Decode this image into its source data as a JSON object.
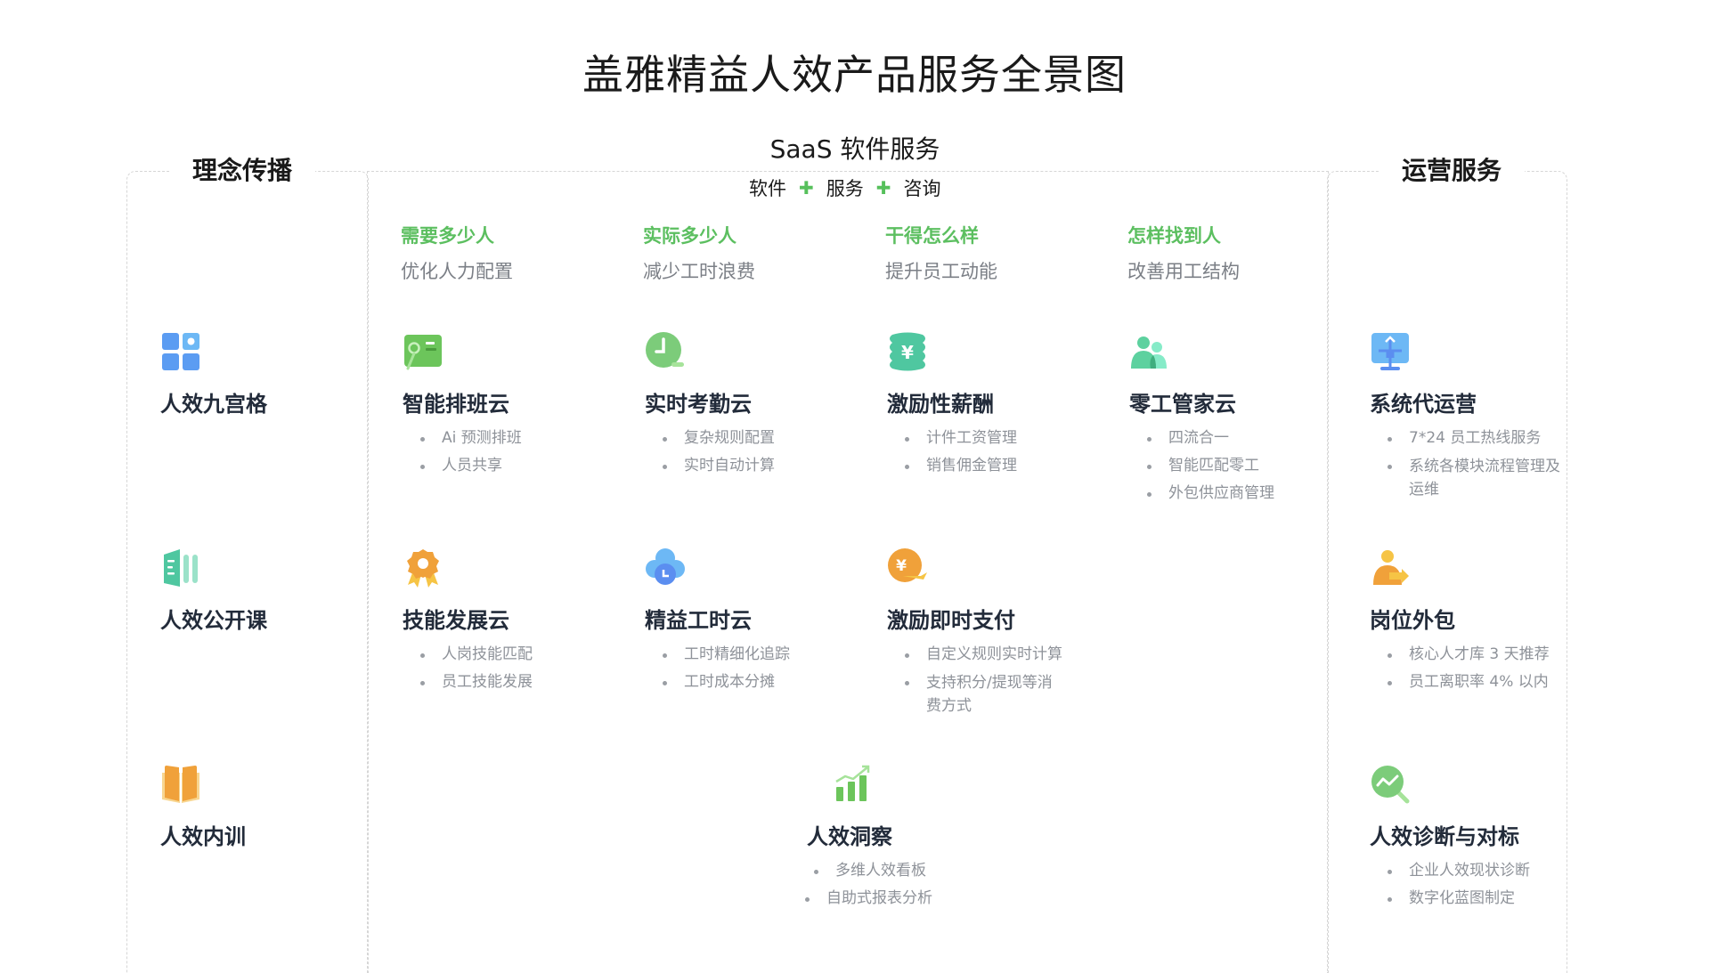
{
  "title": "盖雅精益人效产品服务全景图",
  "groups": {
    "left": {
      "label": "理念传播"
    },
    "middle": {
      "label": "SaaS 软件服务",
      "subtitle": [
        "软件",
        "服务",
        "咨询"
      ],
      "plus_glyph": "✚"
    },
    "right": {
      "label": "运营服务"
    }
  },
  "columns": [
    {
      "question": "需要多少人",
      "goal": "优化人力配置"
    },
    {
      "question": "实际多少人",
      "goal": "减少工时浪费"
    },
    {
      "question": "干得怎么样",
      "goal": "提升员工动能"
    },
    {
      "question": "怎样找到人",
      "goal": "改善用工结构"
    }
  ],
  "left_items": [
    {
      "name": "人效九宫格",
      "icon": "grid-icon"
    },
    {
      "name": "人效公开课",
      "icon": "open-course-icon"
    },
    {
      "name": "人效内训",
      "icon": "book-icon"
    }
  ],
  "products": {
    "row1": [
      {
        "name": "智能排班云",
        "icon": "schedule-card-icon",
        "bullets": [
          "Ai 预测排班",
          "人员共享"
        ]
      },
      {
        "name": "实时考勤云",
        "icon": "clock-icon",
        "bullets": [
          "复杂规则配置",
          "实时自动计算"
        ]
      },
      {
        "name": "激励性薪酬",
        "icon": "yuan-coins-icon",
        "bullets": [
          "计件工资管理",
          "销售佣金管理"
        ]
      },
      {
        "name": "零工管家云",
        "icon": "people-icon",
        "bullets": [
          "四流合一",
          "智能匹配零工",
          "外包供应商管理"
        ]
      }
    ],
    "row2": [
      {
        "name": "技能发展云",
        "icon": "award-badge-icon",
        "bullets": [
          "人岗技能匹配",
          "员工技能发展"
        ]
      },
      {
        "name": "精益工时云",
        "icon": "cloud-clock-icon",
        "bullets": [
          "工时精细化追踪",
          "工时成本分摊"
        ]
      },
      {
        "name": "激励即时支付",
        "icon": "yuan-pay-icon",
        "bullets": [
          "自定义规则实时计算",
          "支持积分/提现等消费方式"
        ]
      }
    ],
    "row3": [
      {
        "name": "人效洞察",
        "icon": "bar-chart-trend-icon",
        "bullets": [
          "多维人效看板",
          "自助式报表分析"
        ]
      }
    ]
  },
  "right_items": [
    {
      "name": "系统代运营",
      "icon": "signpost-monitor-icon",
      "bullets": [
        "7*24 员工热线服务",
        "系统各模块流程管理及运维"
      ]
    },
    {
      "name": "岗位外包",
      "icon": "person-arrow-icon",
      "bullets": [
        "核心人才库 3 天推荐",
        "员工离职率 4% 以内"
      ]
    },
    {
      "name": "人效诊断与对标",
      "icon": "trend-search-icon",
      "bullets": [
        "企业人效现状诊断",
        "数字化蓝图制定"
      ]
    }
  ],
  "colors": {
    "accent_green": "#5cbf60",
    "title_dark": "#222b3a",
    "muted_gray": "#8e9299",
    "border_dashed": "#d6d6d6",
    "icon_blue": "#5b9cf2",
    "icon_teal": "#4fc7a0",
    "icon_orange": "#f0a13a"
  }
}
